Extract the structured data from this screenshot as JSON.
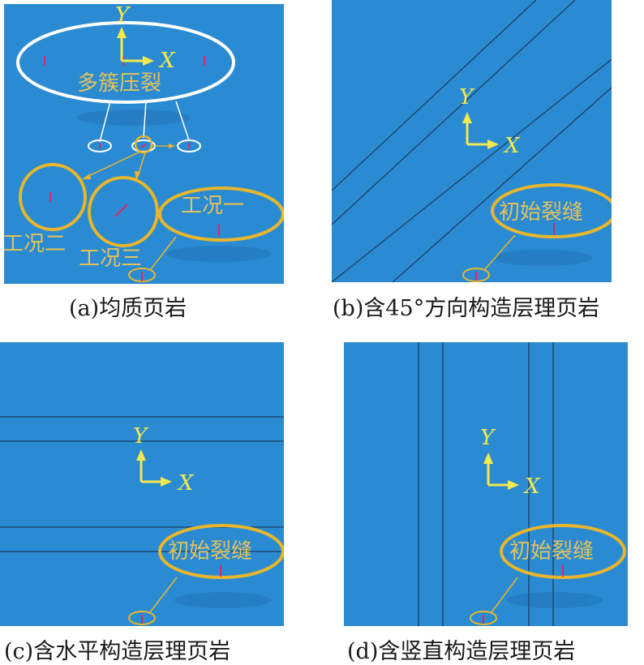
{
  "axes": {
    "x": "X",
    "y": "Y"
  },
  "panels": {
    "a": {
      "caption": "(a)均质页岩",
      "label_multi": "多簇压裂",
      "label_case1": "工况一",
      "label_case2": "工况二",
      "label_case3": "工况三"
    },
    "b": {
      "caption": "(b)含45°方向构造层理页岩",
      "label": "初始裂缝"
    },
    "c": {
      "caption": "(c)含水平构造层理页岩",
      "label": "初始裂缝"
    },
    "d": {
      "caption": "(d)含竖直构造层理页岩",
      "label": "初始裂缝"
    }
  },
  "colors": {
    "model_fill": "#2b8bd2",
    "bedding_line": "#1b3e63",
    "axis": "#f2e94e",
    "ellipse_yellow": "#e8b62c",
    "ellipse_white": "#ffffff",
    "crack": "#e0266a"
  }
}
